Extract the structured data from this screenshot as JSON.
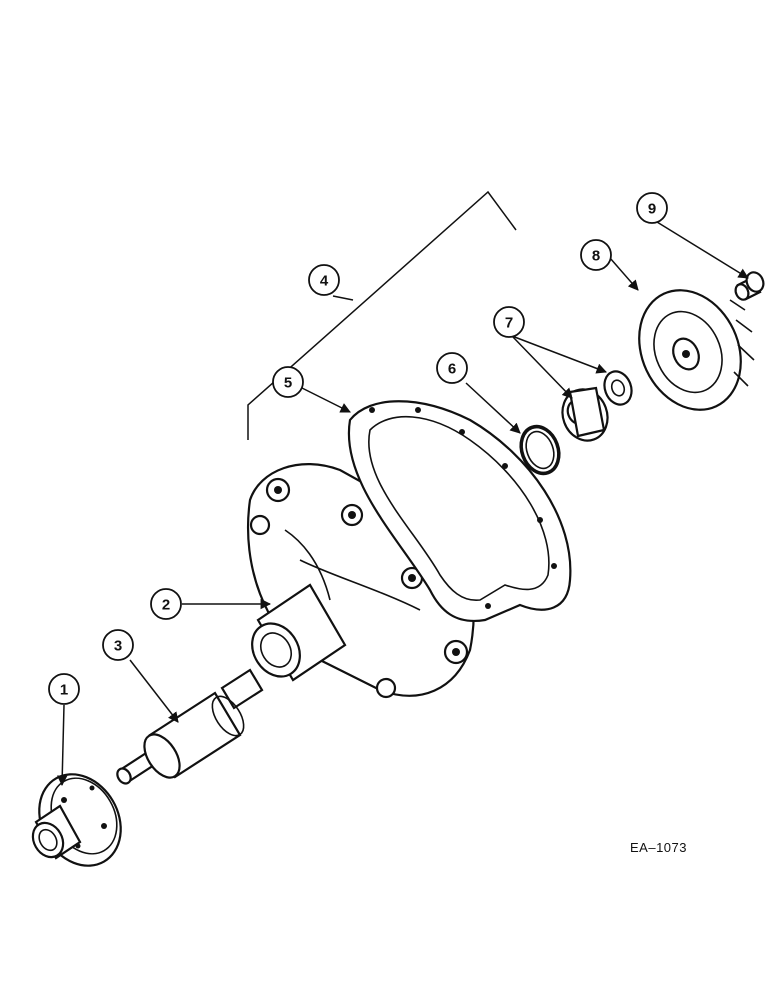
{
  "callouts": [
    {
      "id": "1",
      "label": "1"
    },
    {
      "id": "2",
      "label": "2"
    },
    {
      "id": "3",
      "label": "3"
    },
    {
      "id": "4",
      "label": "4"
    },
    {
      "id": "5",
      "label": "5"
    },
    {
      "id": "6",
      "label": "6"
    },
    {
      "id": "7",
      "label": "7"
    },
    {
      "id": "8",
      "label": "8"
    },
    {
      "id": "9",
      "label": "9"
    }
  ],
  "reference_code": "EA–1073"
}
